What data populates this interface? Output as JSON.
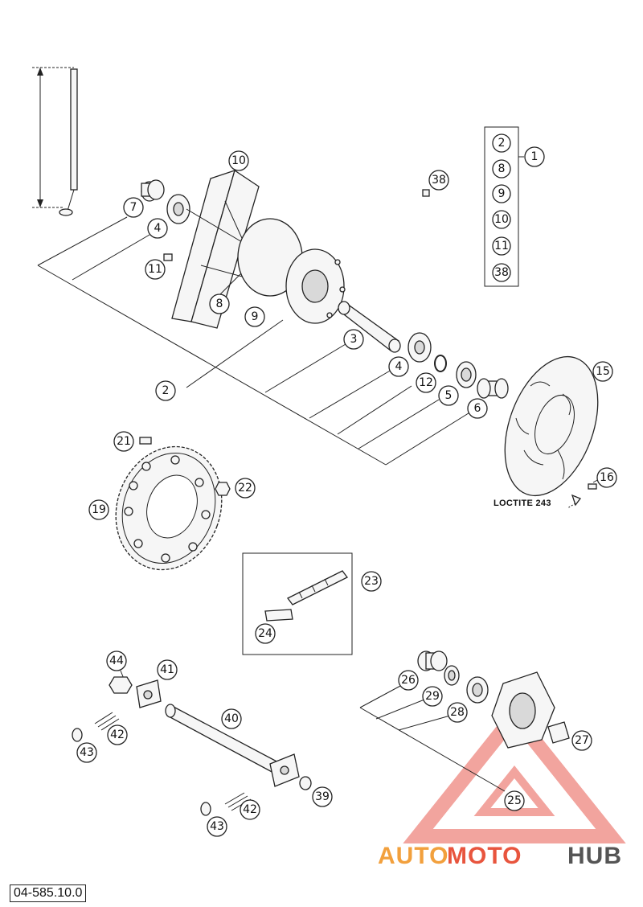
{
  "diagram": {
    "callouts": [
      {
        "id": "c-10",
        "label": "10"
      },
      {
        "id": "c-7",
        "label": "7"
      },
      {
        "id": "c-4a",
        "label": "4"
      },
      {
        "id": "c-11a",
        "label": "11"
      },
      {
        "id": "c-8",
        "label": "8"
      },
      {
        "id": "c-9",
        "label": "9"
      },
      {
        "id": "c-2",
        "label": "2"
      },
      {
        "id": "c-3",
        "label": "3"
      },
      {
        "id": "c-4b",
        "label": "4"
      },
      {
        "id": "c-12",
        "label": "12"
      },
      {
        "id": "c-5",
        "label": "5"
      },
      {
        "id": "c-6",
        "label": "6"
      },
      {
        "id": "c-38a",
        "label": "38"
      },
      {
        "id": "c-1",
        "label": "1"
      },
      {
        "id": "c-15",
        "label": "15"
      },
      {
        "id": "c-16",
        "label": "16"
      },
      {
        "id": "c-21",
        "label": "21"
      },
      {
        "id": "c-22",
        "label": "22"
      },
      {
        "id": "c-19",
        "label": "19"
      },
      {
        "id": "c-23",
        "label": "23"
      },
      {
        "id": "c-24",
        "label": "24"
      },
      {
        "id": "c-44",
        "label": "44"
      },
      {
        "id": "c-41",
        "label": "41"
      },
      {
        "id": "c-40",
        "label": "40"
      },
      {
        "id": "c-42a",
        "label": "42"
      },
      {
        "id": "c-43a",
        "label": "43"
      },
      {
        "id": "c-39",
        "label": "39"
      },
      {
        "id": "c-42b",
        "label": "42"
      },
      {
        "id": "c-43b",
        "label": "43"
      },
      {
        "id": "c-26",
        "label": "26"
      },
      {
        "id": "c-29",
        "label": "29"
      },
      {
        "id": "c-28",
        "label": "28"
      },
      {
        "id": "c-27",
        "label": "27"
      },
      {
        "id": "c-25",
        "label": "25"
      }
    ],
    "kit_items": [
      "2",
      "8",
      "9",
      "10",
      "11",
      "38"
    ],
    "loctite_note": "LOCTITE 243",
    "document_number": "04-585.10.0",
    "watermark": {
      "part1": "AUTO",
      "part2": "MOTO",
      "part3": "HUB",
      "color_light": "#f2a03d",
      "color_mid": "#e8553e",
      "color_dark": "#555555"
    }
  }
}
